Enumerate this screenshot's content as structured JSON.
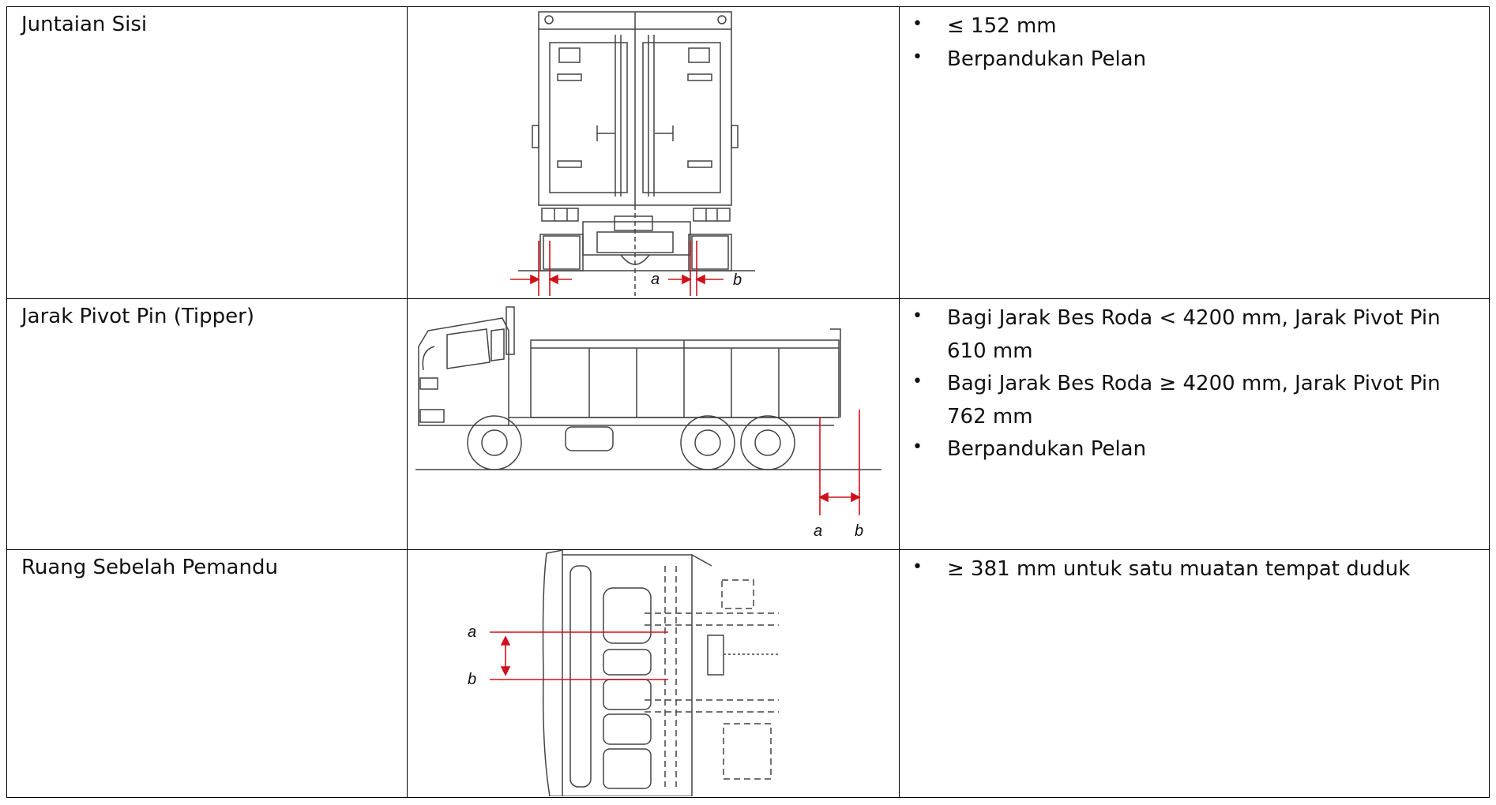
{
  "rows": [
    {
      "label": "Juntaian Sisi",
      "figure": {
        "label_a": "a",
        "label_b": "b"
      },
      "notes": [
        "≤ 152 mm",
        "Berpandukan Pelan"
      ]
    },
    {
      "label": "Jarak Pivot Pin (Tipper)",
      "figure": {
        "label_a": "a",
        "label_b": "b"
      },
      "notes": [
        "Bagi Jarak Bes Roda < 4200 mm, Jarak Pivot Pin 610 mm",
        "Bagi Jarak Bes Roda ≥ 4200 mm, Jarak Pivot Pin 762 mm",
        "Berpandukan Pelan"
      ]
    },
    {
      "label": "Ruang Sebelah Pemandu",
      "figure": {
        "label_a": "a",
        "label_b": "b"
      },
      "notes": [
        "≥ 381 mm untuk satu muatan tempat duduk"
      ]
    }
  ],
  "colors": {
    "dimension": "#d0101a",
    "drawing": "#444444"
  }
}
